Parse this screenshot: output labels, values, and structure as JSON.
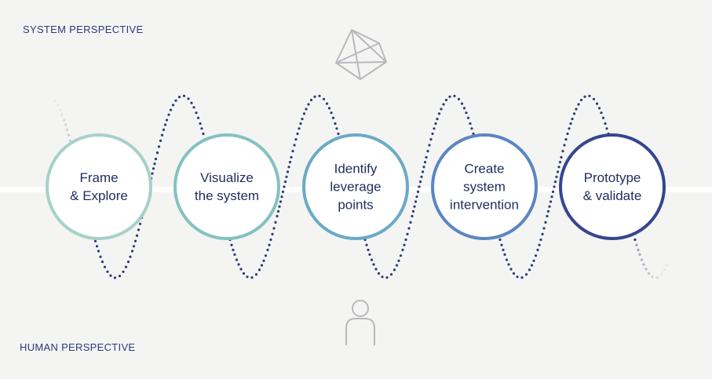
{
  "perspectives": {
    "system": "SYSTEM PERSPECTIVE",
    "human": "HUMAN PERSPECTIVE"
  },
  "icons": {
    "system": "polyhedron-icon",
    "human": "person-icon"
  },
  "steps": [
    {
      "lines": [
        "Frame",
        "& Explore"
      ],
      "color": "#a7d1c8"
    },
    {
      "lines": [
        "Visualize",
        "the system"
      ],
      "color": "#83c2c1"
    },
    {
      "lines": [
        "Identify",
        "leverage",
        "points"
      ],
      "color": "#6aaac6"
    },
    {
      "lines": [
        "Create",
        "system",
        "intervention"
      ],
      "color": "#5a86c3"
    },
    {
      "lines": [
        "Prototype",
        "& validate"
      ],
      "color": "#35468f"
    }
  ],
  "colors": {
    "background": "#f4f4f3",
    "label_text": "#2b3a7c",
    "node_text": "#1f2d5c",
    "dots": "#2f3a78",
    "icon": "#b9b9bd"
  }
}
